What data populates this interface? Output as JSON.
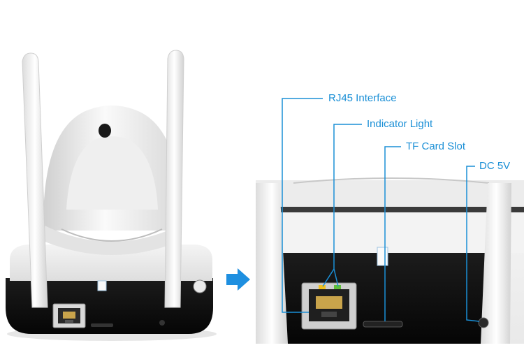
{
  "callouts": {
    "rj45": "RJ45 Interface",
    "indicator": "Indicator Light",
    "tf_card": "TF Card Slot",
    "dc": "DC 5V"
  },
  "colors": {
    "callout_blue": "#1a8fd6",
    "arrow_blue": "#1e8fe0",
    "camera_white": "#f2f2f2",
    "camera_black": "#111111"
  },
  "icons": {
    "arrow": "arrow-right-icon"
  }
}
